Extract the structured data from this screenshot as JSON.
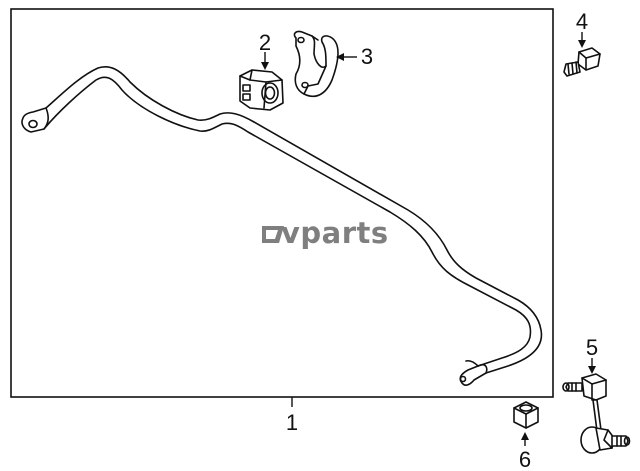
{
  "diagram": {
    "watermark": "vparts",
    "callouts": {
      "c1": "1",
      "c2": "2",
      "c3": "3",
      "c4": "4",
      "c5": "5",
      "c6": "6"
    },
    "parts": {
      "stabilizer_bar": "stabilizer-bar",
      "bushing": "bushing",
      "bushing_bracket": "bushing-bracket",
      "bracket_bolt": "bolt",
      "stabilizer_link": "stabilizer-link",
      "link_nut": "nut"
    },
    "colors": {
      "line": "#111111",
      "watermark": "#7f7f7f",
      "background": "#ffffff"
    }
  }
}
